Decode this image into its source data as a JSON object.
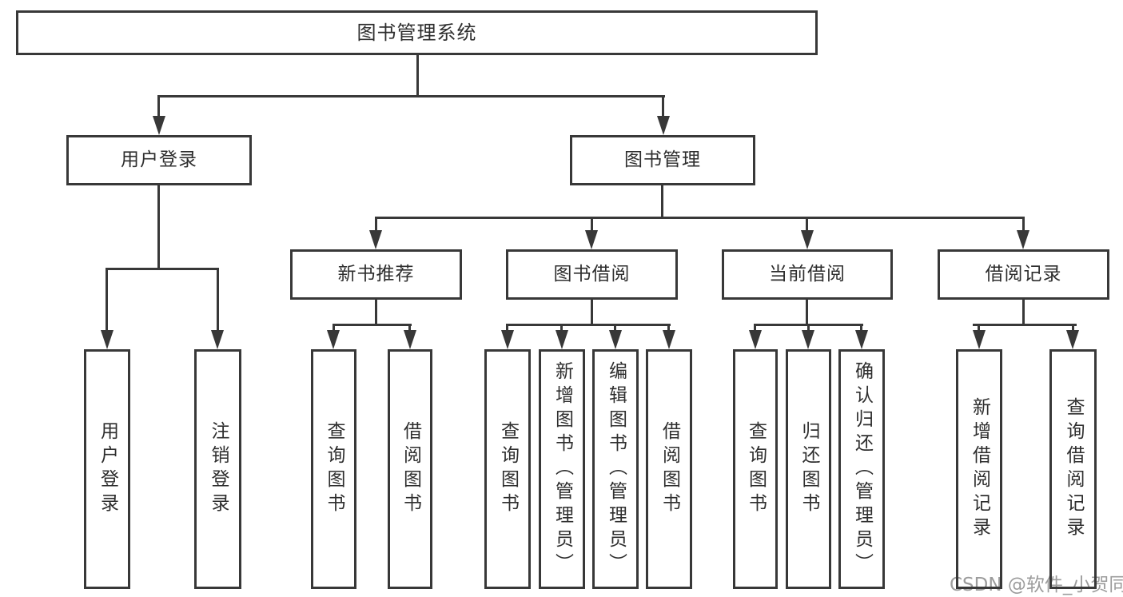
{
  "diagram": {
    "title": "图书管理系统",
    "branches": [
      {
        "label": "用户登录",
        "children": [
          {
            "label": "用户登录"
          },
          {
            "label": "注销登录"
          }
        ]
      },
      {
        "label": "图书管理",
        "children": [
          {
            "label": "新书推荐",
            "children": [
              {
                "label": "查询图书"
              },
              {
                "label": "借阅图书"
              }
            ]
          },
          {
            "label": "图书借阅",
            "children": [
              {
                "label": "查询图书"
              },
              {
                "label": "新增图书（管理员）"
              },
              {
                "label": "编辑图书（管理员）"
              },
              {
                "label": "借阅图书"
              }
            ]
          },
          {
            "label": "当前借阅",
            "children": [
              {
                "label": "查询图书"
              },
              {
                "label": "归还图书"
              },
              {
                "label": "确认归还（管理员）"
              }
            ]
          },
          {
            "label": "借阅记录",
            "children": [
              {
                "label": "新增借阅记录"
              },
              {
                "label": "查询借阅记录"
              }
            ]
          }
        ]
      }
    ]
  },
  "watermark": {
    "text": "CSDN @软件_小贺同学"
  },
  "colors": {
    "line": "#383838",
    "text": "#2e2e2e",
    "watermark": "#9c9c9c",
    "background": "#ffffff"
  }
}
